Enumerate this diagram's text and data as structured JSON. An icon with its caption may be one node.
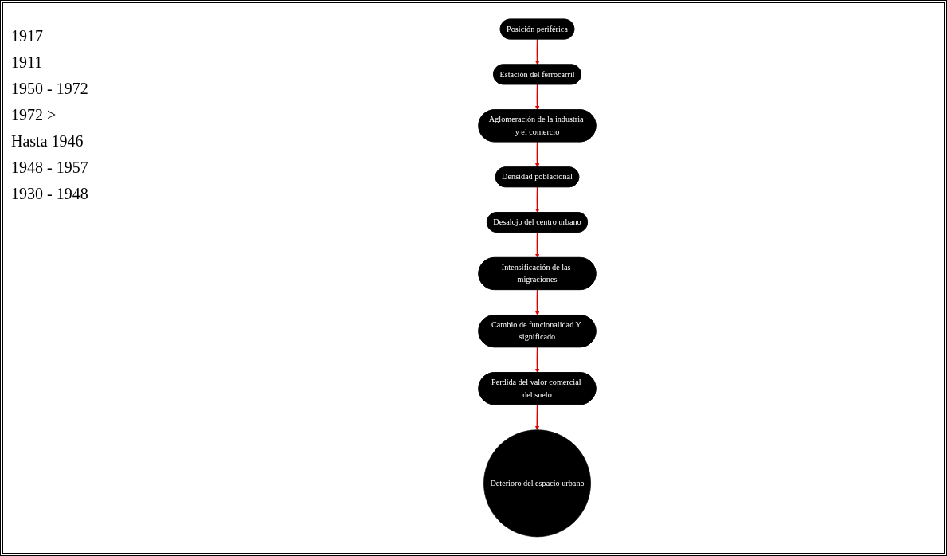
{
  "diagram": {
    "nodes": [
      {
        "text": [
          "Posición periférica"
        ]
      },
      {
        "text": [
          "Estación del ferrocarril"
        ]
      },
      {
        "text": [
          "Aglomeración de la industria y el comercio"
        ]
      },
      {
        "text": [
          "Densidad poblacional"
        ]
      },
      {
        "text": [
          "Desalojo del centro urbano"
        ]
      },
      {
        "text": [
          "Intensificación de las migraciones"
        ]
      },
      {
        "text": [
          "Cambio de funcionalidad Y significado"
        ]
      },
      {
        "text": [
          "Perdida del valor comercial del suelo"
        ]
      },
      {
        "text": [
          "Deterioro del espacio urbano"
        ]
      }
    ],
    "edges": [
      {
        "from": 0,
        "to": 1,
        "arrow": "to"
      },
      {
        "from": 1,
        "to": 2,
        "arrow": "to"
      },
      {
        "from": 2,
        "to": 3,
        "arrow": "to"
      },
      {
        "from": 3,
        "to": 4,
        "arrow": "to"
      },
      {
        "from": 4,
        "to": 5,
        "arrow": "to"
      },
      {
        "from": 5,
        "to": 6,
        "arrow": "to"
      },
      {
        "from": 6,
        "to": 7,
        "arrow": "to"
      },
      {
        "from": 7,
        "to": 8,
        "arrow": "to"
      }
    ],
    "labels": [
      "1917",
      "1911",
      "1950 - 1972",
      "1972 >",
      "Hasta 1946",
      "1948 - 1957",
      "1930 - 1948"
    ]
  }
}
